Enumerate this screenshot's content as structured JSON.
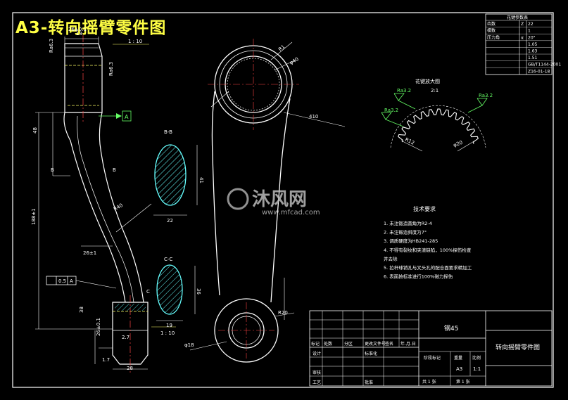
{
  "title": "A3-转向摇臂零件图",
  "watermark": {
    "brand": "沐风网",
    "url": "www.mfcad.com"
  },
  "params_table": {
    "header": "花键参数表",
    "rows": [
      [
        "齿数",
        "Z",
        "22"
      ],
      [
        "模数",
        "",
        "1"
      ],
      [
        "压力角",
        "α",
        "20°"
      ],
      [
        "",
        "",
        "1.05"
      ],
      [
        "",
        "",
        "1.63"
      ],
      [
        "",
        "",
        "1.51"
      ],
      [
        "",
        "",
        "GB/T1144-2001"
      ],
      [
        "",
        "",
        "Z16-01-18"
      ]
    ]
  },
  "spline_view": {
    "label": "花键放大图",
    "scale": "2:1",
    "roughness": [
      "Ra3.2",
      "Ra3.2",
      "Ra3.2"
    ]
  },
  "section_labels": {
    "b": "B-B",
    "c": "C-C"
  },
  "dims": {
    "d1": "13",
    "d2": "26±0.1",
    "d3": "1 : 10",
    "d4": "Ra6.3",
    "d5": "48",
    "d6": "B",
    "d7": "188±1",
    "d8": "26±1",
    "d9": "R40",
    "d10": "38",
    "d11": "26±0.1",
    "d12": "2.7",
    "d13": "1.7",
    "d14": "28",
    "d15": "1 : 10",
    "d16": "C",
    "d17": "22",
    "d18": "41",
    "d19": "19",
    "d20": "36",
    "d21": "R1",
    "d22": "φ40",
    "d23": "410",
    "d24": "R20",
    "d25": "φ18",
    "d26": "0.5",
    "d27": "A",
    "d28": "R12",
    "d29": "φ20"
  },
  "tech_requirements": {
    "title": "技术要求",
    "items": [
      "1. 未注锻造圆角为R2-4",
      "2. 未注锻造斜度为7°",
      "3. 调质硬度为HB241-285",
      "4. 不得有裂纹和夹渣缺陷，100%探伤检查",
      "   并去除",
      "5. 拉杆球销孔与叉头孔的配合面要求精加工",
      "6. 表面按标准进行100%磁力探伤"
    ]
  },
  "title_block": {
    "material": "钢45",
    "part_name": "转向摇臂零件图",
    "row_labels": [
      "标记",
      "处数",
      "分区",
      "更改文件号",
      "签名",
      "年.月.日"
    ],
    "left_labels": [
      "设计",
      "审核",
      "工艺"
    ],
    "mid_labels": [
      "标准化",
      "批准"
    ],
    "stage_label": "阶段标记",
    "weight_label": "重量",
    "scale_label": "比例",
    "size": "A3",
    "scale": "1:1",
    "sheets": "共 1 张",
    "sheet_no": "第 1 张"
  }
}
